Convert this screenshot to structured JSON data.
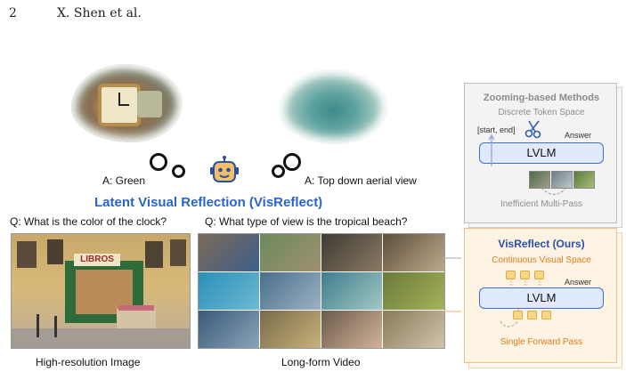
{
  "header": {
    "page_number": "2",
    "authors": "X. Shen et al."
  },
  "left": {
    "answer_left": "A: Green",
    "answer_right": "A: Top down aerial view",
    "title": "Latent Visual Reflection (VisReflect)",
    "question_left": "Q: What is the color of the clock?",
    "question_right": "Q: What type of view is the tropical beach?",
    "caption_image": "High-resolution Image",
    "caption_video": "Long-form Video",
    "shop_sign": "LIBROS"
  },
  "right": {
    "zoom": {
      "title": "Zooming-based Methods",
      "subtitle": "Discrete Token Space",
      "crop_label": "[start, end]",
      "answer": "Answer",
      "model": "LVLM",
      "footer": "Inefficient Multi-Pass"
    },
    "ours": {
      "title": "VisReflect (Ours)",
      "subtitle": "Continuous Visual Space",
      "answer": "Answer",
      "model": "LVLM",
      "footer": "Single Forward Pass"
    }
  },
  "colors": {
    "title_blue": "#2b64c8",
    "zoom_gray": "#8c8c8c",
    "ours_orange": "#e07b1d",
    "ours_bg": "#fdf3e3",
    "lvlm_fill": "#dfe9fb",
    "lvlm_border": "#3d6fd6"
  },
  "icons": [
    "robot-icon",
    "scissors-icon"
  ]
}
